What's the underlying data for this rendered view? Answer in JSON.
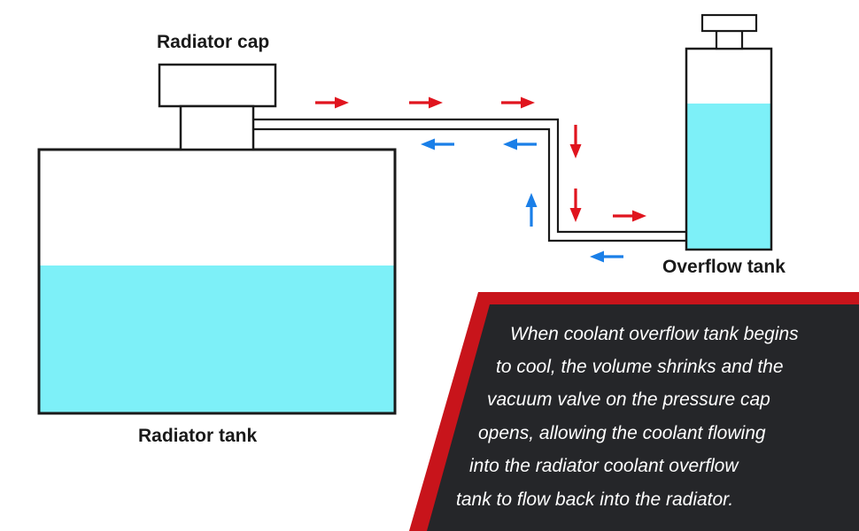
{
  "labels": {
    "radiator_cap": "Radiator cap",
    "radiator_tank": "Radiator tank",
    "overflow_tank": "Overflow tank"
  },
  "caption": {
    "lines": [
      "When coolant overflow tank begins",
      "to cool, the volume shrinks and the",
      "vacuum valve on the pressure cap",
      "opens, allowing the coolant flowing",
      "into the radiator coolant overflow",
      "tank to flow back into the radiator."
    ]
  },
  "colors": {
    "coolant": "#7df0f8",
    "outline": "#1a1a1a",
    "arrow_hot": "#e0141e",
    "arrow_cool": "#1a7fe8",
    "banner_bg": "#252629",
    "banner_accent": "#c8141b",
    "caption_text": "#ffffff"
  },
  "arrows": [
    {
      "color": "arrow_hot",
      "direction": "right"
    },
    {
      "color": "arrow_hot",
      "direction": "right"
    },
    {
      "color": "arrow_hot",
      "direction": "right"
    },
    {
      "color": "arrow_hot",
      "direction": "down"
    },
    {
      "color": "arrow_hot",
      "direction": "down"
    },
    {
      "color": "arrow_hot",
      "direction": "right"
    },
    {
      "color": "arrow_cool",
      "direction": "left"
    },
    {
      "color": "arrow_cool",
      "direction": "left"
    },
    {
      "color": "arrow_cool",
      "direction": "up"
    },
    {
      "color": "arrow_cool",
      "direction": "left"
    }
  ]
}
